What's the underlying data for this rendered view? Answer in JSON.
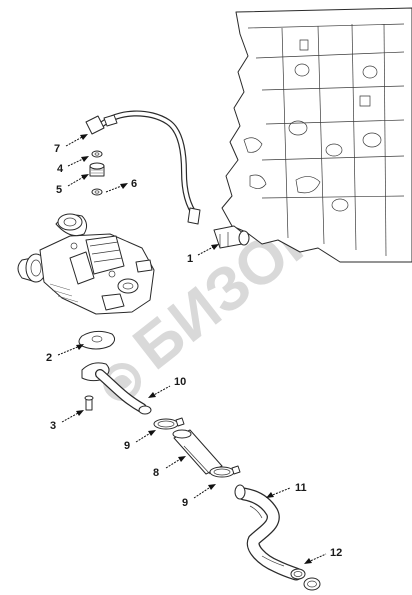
{
  "watermark": {
    "text": "БИЗОН"
  },
  "callouts": [
    {
      "id": "c1",
      "label": "1"
    },
    {
      "id": "c2",
      "label": "2"
    },
    {
      "id": "c3",
      "label": "3"
    },
    {
      "id": "c4",
      "label": "4"
    },
    {
      "id": "c5",
      "label": "5"
    },
    {
      "id": "c6",
      "label": "6"
    },
    {
      "id": "c7",
      "label": "7"
    },
    {
      "id": "c8",
      "label": "8"
    },
    {
      "id": "c9a",
      "label": "9"
    },
    {
      "id": "c9b",
      "label": "9"
    },
    {
      "id": "c10",
      "label": "10"
    },
    {
      "id": "c11",
      "label": "11"
    },
    {
      "id": "c12",
      "label": "12"
    }
  ]
}
